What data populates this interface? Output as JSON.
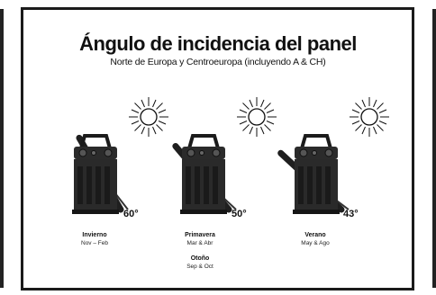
{
  "title": "Ángulo de incidencia del panel",
  "subtitle": "Norte de Europa y Centroeuropa (incluyendo A & CH)",
  "panels": [
    {
      "angle_label": "60°",
      "angle_deg": 60,
      "season": "Invierno",
      "months": "Nov – Feb"
    },
    {
      "angle_label": "50°",
      "angle_deg": 50,
      "season": "Primavera",
      "months": "Mar & Abr",
      "season2": "Otoño",
      "months2": "Sep & Oct"
    },
    {
      "angle_label": "43°",
      "angle_deg": 43,
      "season": "Verano",
      "months": "May & Ago"
    }
  ],
  "colors": {
    "ink": "#1b1b1b",
    "device": "#2a2a2a",
    "panel": "#1f1f1f"
  },
  "icons": [
    "sun-icon",
    "energizer-device-icon",
    "solar-panel-icon"
  ]
}
